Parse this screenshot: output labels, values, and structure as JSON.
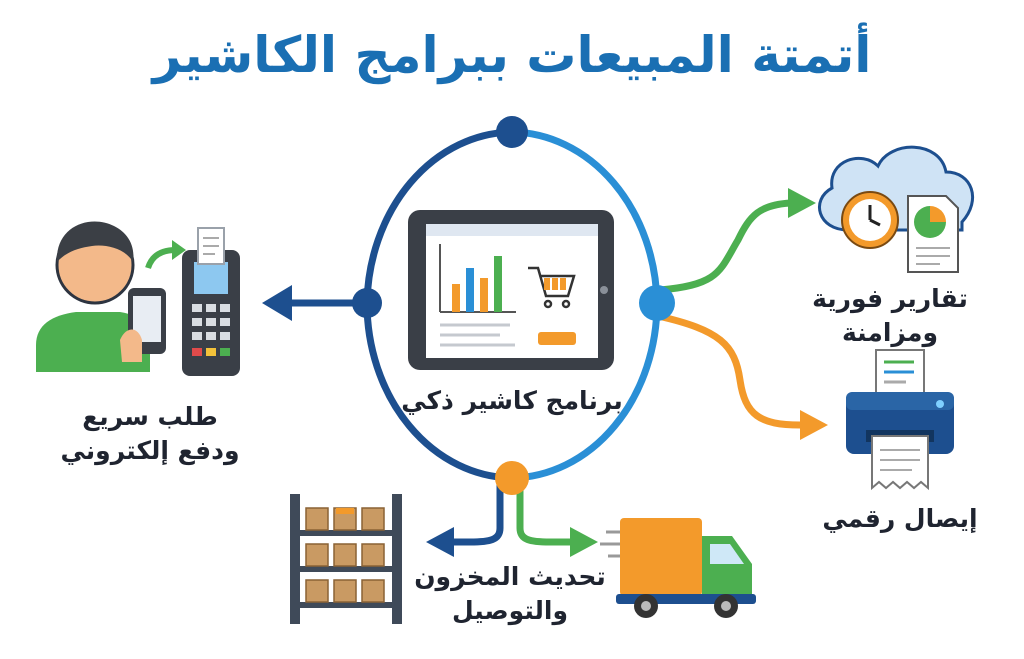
{
  "title": "أتمتة المبيعات ببرامج الكاشير",
  "center": {
    "label": "برنامج كاشير ذكي"
  },
  "nodes": {
    "left": {
      "line1": "طلب سريع",
      "line2": "ودفع إلكتروني"
    },
    "right_top": {
      "label": "تقارير فورية ومزامنة"
    },
    "right_bottom": {
      "label": "إيصال رقمي"
    },
    "bottom": {
      "line1": "تحديث المخزون",
      "line2": "والتوصيل"
    }
  },
  "colors": {
    "title": "#1a6fb3",
    "navy": "#1d4f8f",
    "blue": "#2a8fd6",
    "green": "#4caf50",
    "orange": "#f39a2b",
    "skin": "#f3b98a",
    "cloud": "#cfe3f5"
  },
  "icons": [
    "customer-phone-icon",
    "pos-terminal-icon",
    "tablet-pos-icon",
    "cloud-clock-report-icon",
    "printer-receipt-icon",
    "warehouse-shelves-icon",
    "delivery-truck-icon"
  ]
}
